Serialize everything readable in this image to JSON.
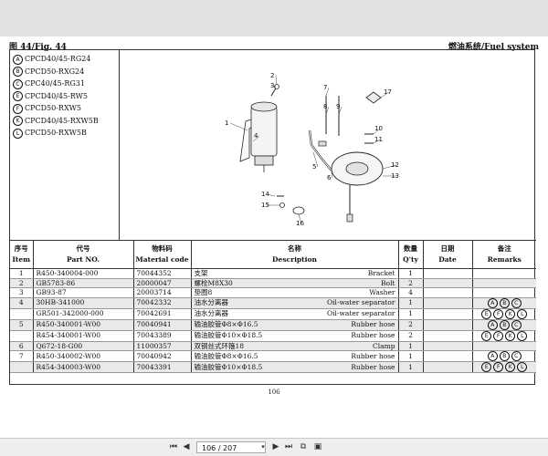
{
  "header": {
    "fig_label": "图 44/Fig. 44",
    "system_label": "燃油系统/Fuel system"
  },
  "models": [
    {
      "letter": "A",
      "name": "CPCD40/45-RG24"
    },
    {
      "letter": "B",
      "name": "CPCD50-RXG24"
    },
    {
      "letter": "C",
      "name": "CPC40/45-RG31"
    },
    {
      "letter": "E",
      "name": "CPCD40/45-RW5"
    },
    {
      "letter": "F",
      "name": "CPCD50-RXW5"
    },
    {
      "letter": "K",
      "name": "CPCD40/45-RXW5B"
    },
    {
      "letter": "L",
      "name": "CPCD50-RXW5B"
    }
  ],
  "diagram": {
    "callouts": [
      "1",
      "2",
      "3",
      "4",
      "5",
      "6",
      "7",
      "8",
      "9",
      "10",
      "11",
      "12",
      "13",
      "14",
      "15",
      "16",
      "17"
    ]
  },
  "table": {
    "headers": {
      "item_zh": "序号",
      "item_en": "Item",
      "part_zh": "代号",
      "part_en": "Part NO.",
      "material_zh": "物料码",
      "material_en": "Material code",
      "desc_zh": "名称",
      "desc_en": "Description",
      "qty_zh": "数量",
      "qty_en": "Q'ty",
      "date_zh": "日期",
      "date_en": "Date",
      "remarks_zh": "备注",
      "remarks_en": "Remarks"
    },
    "rows": [
      {
        "item": "1",
        "part": "R450-340004-000",
        "material": "70044352",
        "desc_zh": "支架",
        "desc_en": "Bracket",
        "qty": "1",
        "remarks": [],
        "shade": false
      },
      {
        "item": "2",
        "part": "GB5783-86",
        "material": "20000047",
        "desc_zh": "螺栓M8X30",
        "desc_en": "Bolt",
        "qty": "2",
        "remarks": [],
        "shade": true
      },
      {
        "item": "3",
        "part": "GB93-87",
        "material": "20003714",
        "desc_zh": "垫圈8",
        "desc_en": "Washer",
        "qty": "4",
        "remarks": [],
        "shade": false
      },
      {
        "item": "4",
        "part": "30HB-341000",
        "material": "70042332",
        "desc_zh": "油水分离器",
        "desc_en": "Oil-water separator",
        "qty": "1",
        "remarks": [
          "A",
          "B",
          "C"
        ],
        "shade": true
      },
      {
        "item": "",
        "part": "GR501-342000-000",
        "material": "70042691",
        "desc_zh": "油水分离器",
        "desc_en": "Oil-water separator",
        "qty": "1",
        "remarks": [
          "E",
          "F",
          "K",
          "L"
        ],
        "shade": false
      },
      {
        "item": "5",
        "part": "R450-340001-W00",
        "material": "70040941",
        "desc_zh": "输油胶管Φ8×Φ16.5",
        "desc_en": "Rubber hose",
        "qty": "2",
        "remarks": [
          "A",
          "B",
          "C"
        ],
        "shade": true
      },
      {
        "item": "",
        "part": "R454-340001-W00",
        "material": "70043389",
        "desc_zh": "输油胶管Φ10×Φ18.5",
        "desc_en": "Rubber hose",
        "qty": "2",
        "remarks": [
          "E",
          "F",
          "K",
          "L"
        ],
        "shade": false
      },
      {
        "item": "6",
        "part": "Q672-18-G00",
        "material": "11000357",
        "desc_zh": "双钢丝式环箍18",
        "desc_en": "Clamp",
        "qty": "1",
        "remarks": [],
        "shade": true
      },
      {
        "item": "7",
        "part": "R450-340002-W00",
        "material": "70040942",
        "desc_zh": "输油胶管Φ8×Φ16.5",
        "desc_en": "Rubber hose",
        "qty": "1",
        "remarks": [
          "A",
          "B",
          "C"
        ],
        "shade": false
      },
      {
        "item": "",
        "part": "R454-340003-W00",
        "material": "70043391",
        "desc_zh": "输油胶管Φ10×Φ18.5",
        "desc_en": "Rubber hose",
        "qty": "1",
        "remarks": [
          "E",
          "F",
          "K",
          "L"
        ],
        "shade": true
      }
    ]
  },
  "footer": {
    "page_number": "106"
  },
  "viewer": {
    "first": "⏮",
    "prev": "◀",
    "page_input": "106 / 207",
    "dropdown": "▾",
    "next": "▶",
    "last": "⏭",
    "tool_a": "⧉",
    "tool_b": "▣"
  }
}
